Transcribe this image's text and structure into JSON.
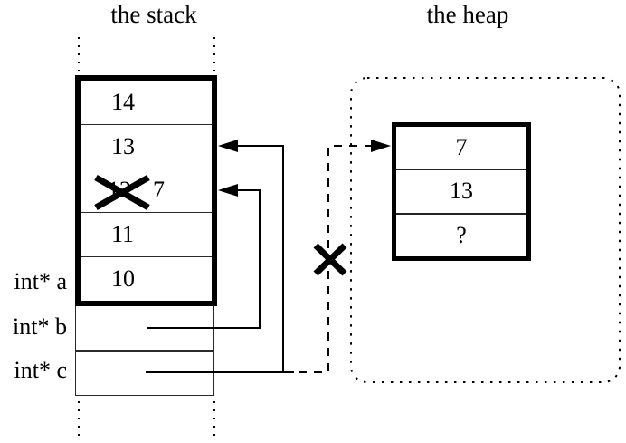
{
  "diagram": {
    "colors": {
      "ink": "#000000",
      "paper": "#ffffff"
    },
    "stack": {
      "title": "the stack",
      "cells": [
        {
          "value": "14",
          "crossed_out": false
        },
        {
          "value": "13",
          "crossed_out": false
        },
        {
          "value": "12",
          "crossed_out": true,
          "new_value": "7"
        },
        {
          "value": "11",
          "crossed_out": false
        },
        {
          "value": "10",
          "crossed_out": false
        }
      ],
      "variables": [
        {
          "label": "int* a"
        },
        {
          "label": "int* b"
        },
        {
          "label": "int* c"
        }
      ]
    },
    "heap": {
      "title": "the heap",
      "cells": [
        {
          "value": "7"
        },
        {
          "value": "13"
        },
        {
          "value": "?"
        }
      ]
    },
    "marks": {
      "crossed_value_icon": "x-cross",
      "invalid_pointer_icon": "x-cross"
    }
  }
}
